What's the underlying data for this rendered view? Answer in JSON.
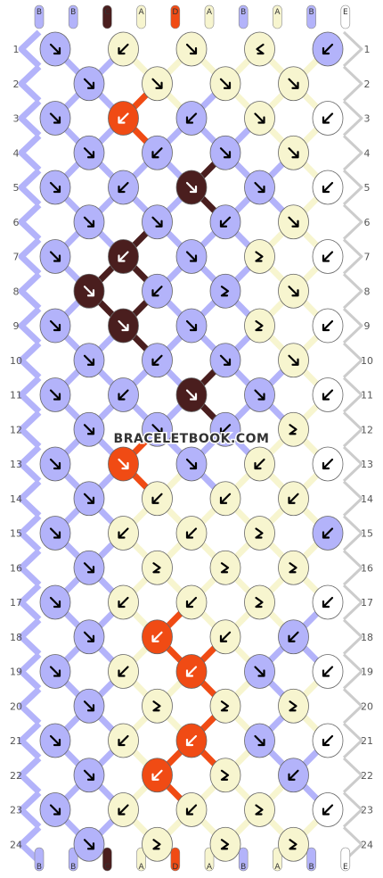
{
  "colors": {
    "A": "#f7f5cf",
    "B": "#b3b3fa",
    "C": "#4a1e1e",
    "D": "#f04b14",
    "E": "#ffffff"
  },
  "strands_top": [
    "B",
    "B",
    "C",
    "A",
    "D",
    "A",
    "B",
    "A",
    "B",
    "E"
  ],
  "strands_bottom": [
    "B",
    "B",
    "C",
    "A",
    "D",
    "A",
    "B",
    "A",
    "B",
    "E"
  ],
  "rows": [
    "1",
    "2",
    "3",
    "4",
    "5",
    "6",
    "7",
    "8",
    "9",
    "10",
    "11",
    "12",
    "13",
    "14",
    "15",
    "16",
    "17",
    "18",
    "19",
    "20",
    "21",
    "22",
    "23",
    "24"
  ],
  "knots": [
    [
      "B:f",
      "A:b",
      "A:f",
      "A:bf",
      "B:b"
    ],
    [
      "B:f",
      "A:f",
      "A:f",
      "A:f"
    ],
    [
      "B:f",
      "D:b",
      "B:b",
      "A:f",
      "E:b"
    ],
    [
      "B:f",
      "B:b",
      "B:f",
      "A:f"
    ],
    [
      "B:f",
      "B:b",
      "C:f",
      "B:f",
      "E:b"
    ],
    [
      "B:f",
      "B:f",
      "B:b",
      "A:f"
    ],
    [
      "B:f",
      "C:b",
      "B:f",
      "A:fb",
      "E:b"
    ],
    [
      "C:f",
      "B:b",
      "B:fb",
      "A:f"
    ],
    [
      "B:f",
      "C:f",
      "B:f",
      "A:fb",
      "E:b"
    ],
    [
      "B:f",
      "B:b",
      "B:f",
      "A:f"
    ],
    [
      "B:f",
      "B:b",
      "C:f",
      "B:f",
      "E:b"
    ],
    [
      "B:f",
      "B:f",
      "B:b",
      "A:fb"
    ],
    [
      "B:f",
      "D:f",
      "B:f",
      "A:b",
      "E:b"
    ],
    [
      "B:f",
      "A:b",
      "A:b",
      "A:b"
    ],
    [
      "B:f",
      "A:b",
      "A:b",
      "A:fb",
      "B:b"
    ],
    [
      "B:f",
      "A:fb",
      "A:fb",
      "A:fb"
    ],
    [
      "B:f",
      "A:b",
      "A:b",
      "A:fb",
      "E:b"
    ],
    [
      "B:f",
      "D:b",
      "A:b",
      "B:b"
    ],
    [
      "B:f",
      "A:b",
      "D:b",
      "B:f",
      "E:b"
    ],
    [
      "B:f",
      "A:fb",
      "A:fb",
      "A:fb"
    ],
    [
      "B:f",
      "A:b",
      "D:b",
      "B:f",
      "E:b"
    ],
    [
      "B:f",
      "D:b",
      "A:fb",
      "B:b"
    ],
    [
      "B:f",
      "A:b",
      "A:b",
      "A:fb",
      "E:b"
    ],
    [
      "B:f",
      "A:fb",
      "A:fb",
      "A:fb"
    ]
  ],
  "watermark": "BRACELETBOOK.COM"
}
